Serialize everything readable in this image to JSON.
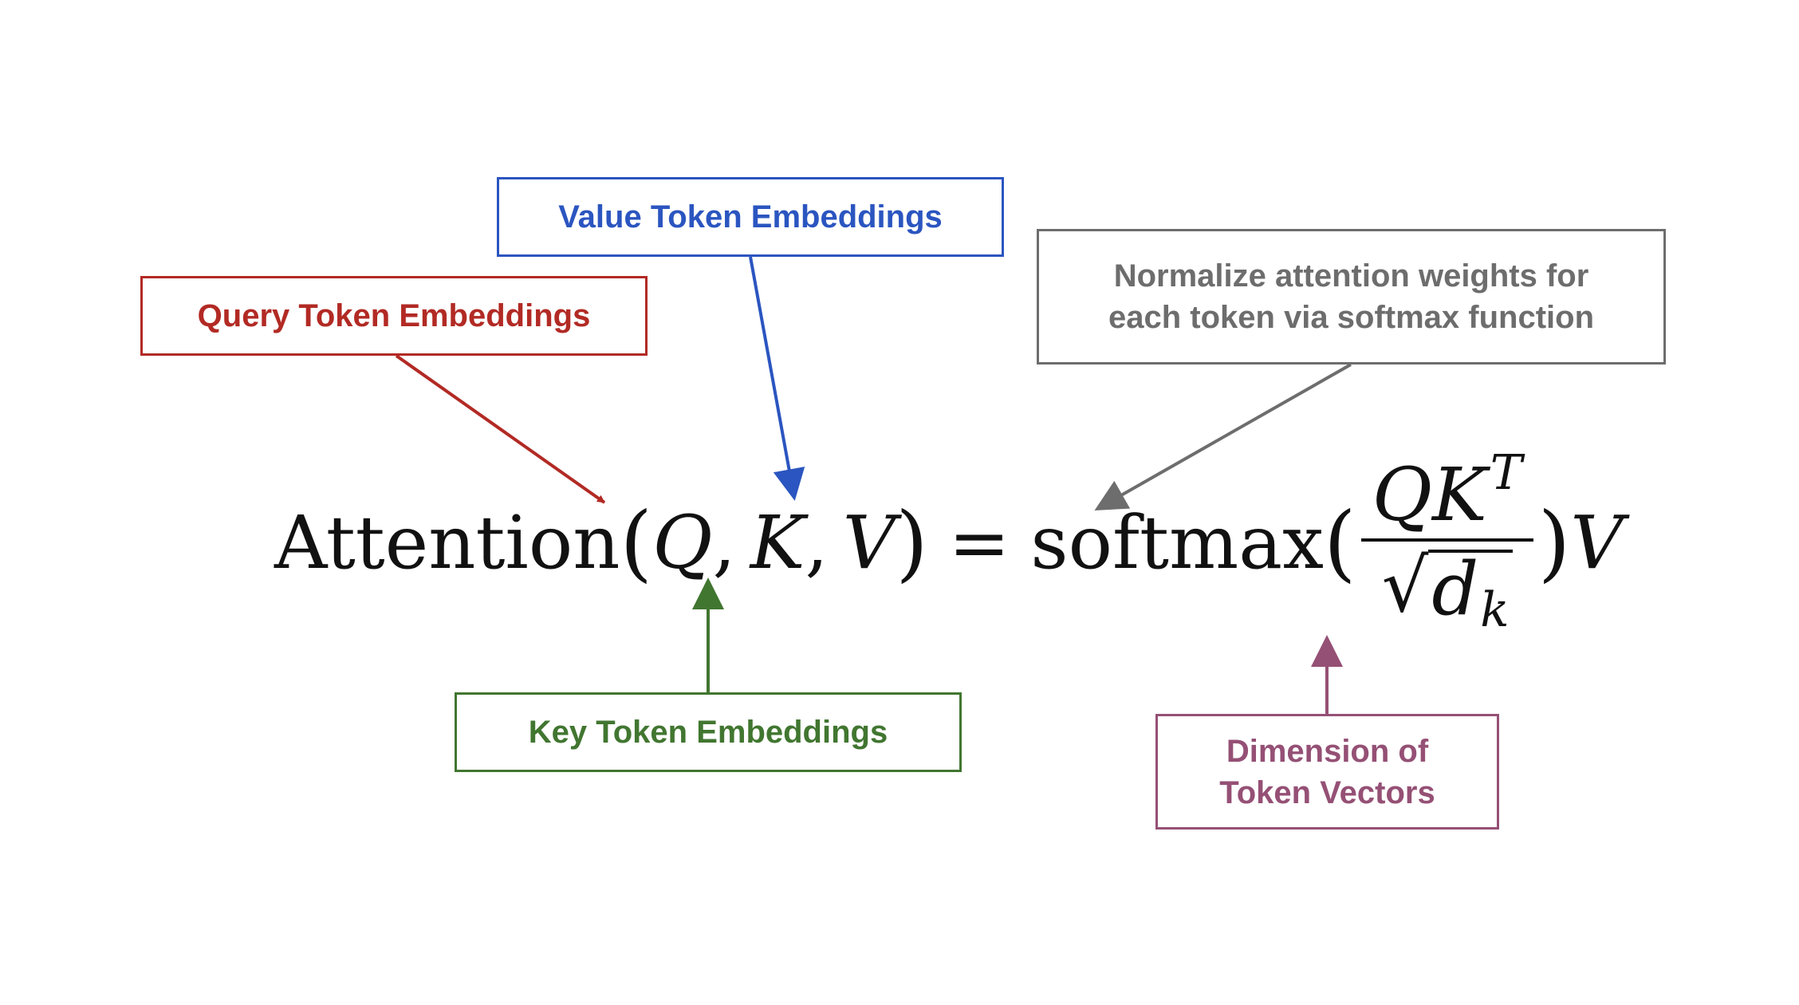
{
  "labels": {
    "query": "Query Token Embeddings",
    "value": "Value Token Embeddings",
    "softmax_line1": "Normalize attention weights for",
    "softmax_line2": "each token via softmax function",
    "key": "Key Token Embeddings",
    "dim_line1": "Dimension of",
    "dim_line2": "Token Vectors"
  },
  "formula": {
    "fn": "Attention",
    "lparen": "(",
    "q": "Q",
    "comma1": ",",
    "k": "K",
    "comma2": ",",
    "v": "V",
    "rparen": ")",
    "eq": "=",
    "softmax": "softmax",
    "lparen2": "(",
    "num": "QK",
    "num_sup": "T",
    "sqrt": "√",
    "den": "d",
    "den_sub": "k",
    "rparen2": ")",
    "v2": "V"
  },
  "colors": {
    "query": "#b22a24",
    "value": "#2b55c0",
    "softmax": "#6d6d6d",
    "key": "#417630",
    "dimension": "#955075"
  }
}
